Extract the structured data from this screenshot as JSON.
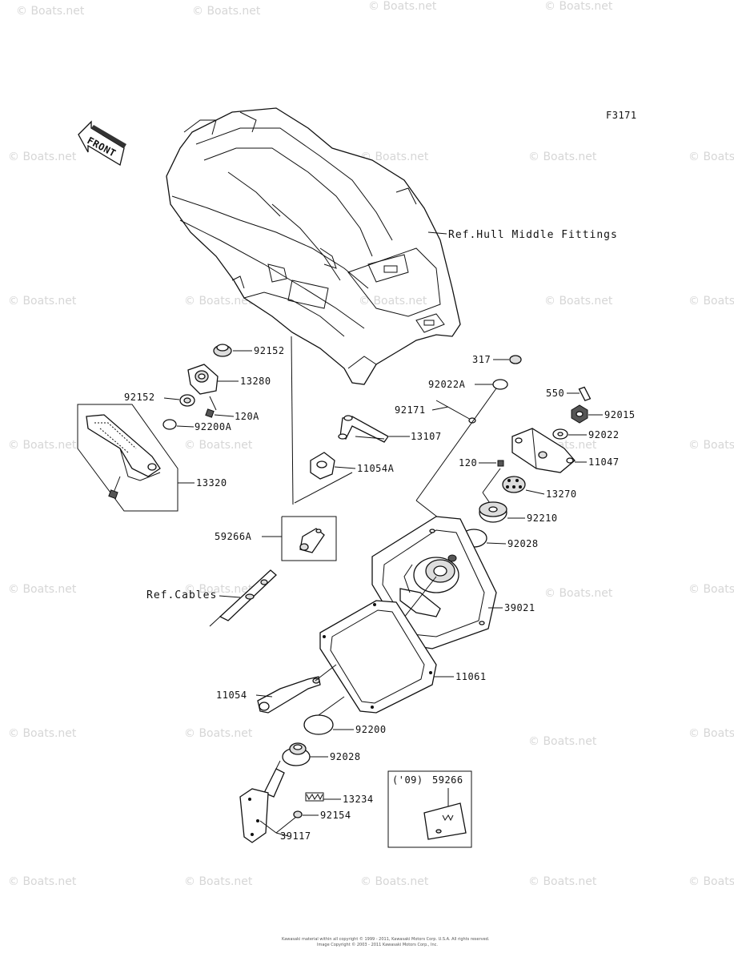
{
  "figure_code": "F3171",
  "front_label": "FRONT",
  "watermark": "© Boats.net",
  "hull_watermark": "© Boats.net",
  "copyright": "Kawasaki material within all copyright © 1999 - 2011, Kawasaki Motors Corp. U.S.A. All rights reserved.",
  "copyright_2": "Image Copyright © 2003 - 2011 Kawasaki Motors Corp., Inc.",
  "inset_year": "('09)",
  "labels": {
    "ref_hull": "Ref.Hull Middle Fittings",
    "ref_cables": "Ref.Cables",
    "p92152a": "92152",
    "p13280": "13280",
    "p92152b": "92152",
    "p120a": "120A",
    "p92200a": "92200A",
    "p13320": "13320",
    "p13107": "13107",
    "p11054a": "11054A",
    "p59266a": "59266A",
    "p317": "317",
    "p92022a": "92022A",
    "p92171": "92171",
    "p550": "550",
    "p92015": "92015",
    "p92022": "92022",
    "p120": "120",
    "p11047": "11047",
    "p13270": "13270",
    "p92210": "92210",
    "p92028a": "92028",
    "p39021": "39021",
    "p11061": "11061",
    "p11054": "11054",
    "p92200": "92200",
    "p92028b": "92028",
    "p13234": "13234",
    "p92154": "92154",
    "p39117": "39117",
    "p59266": "59266"
  }
}
